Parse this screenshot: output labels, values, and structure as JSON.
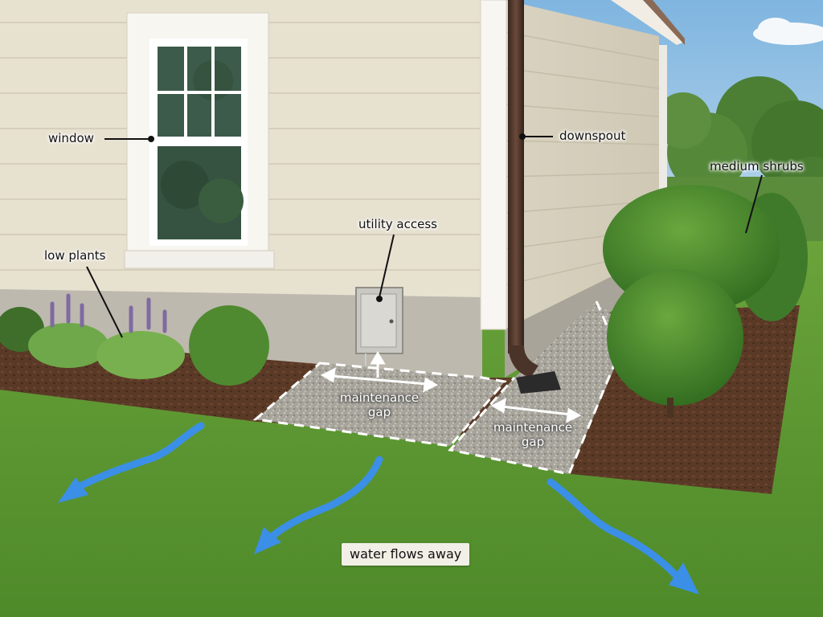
{
  "labels": {
    "window": "window",
    "downspout": "downspout",
    "medium_shrubs": "medium shrubs",
    "utility_access": "utility access",
    "low_plants": "low plants",
    "maintenance_gap_left_line1": "maintenance",
    "maintenance_gap_left_line2": "gap",
    "maintenance_gap_right_line1": "maintenance",
    "maintenance_gap_right_line2": "gap",
    "water_flows_away": "water flows away"
  },
  "colors": {
    "siding": "#e7e1d0",
    "trim": "#ffffff",
    "foundation": "#b9b6ad",
    "downspout": "#4a3328",
    "mulch": "#5a3a26",
    "gravel": "#a9a69f",
    "grass": "#6fa33a",
    "arrow": "#3b8fe6"
  }
}
